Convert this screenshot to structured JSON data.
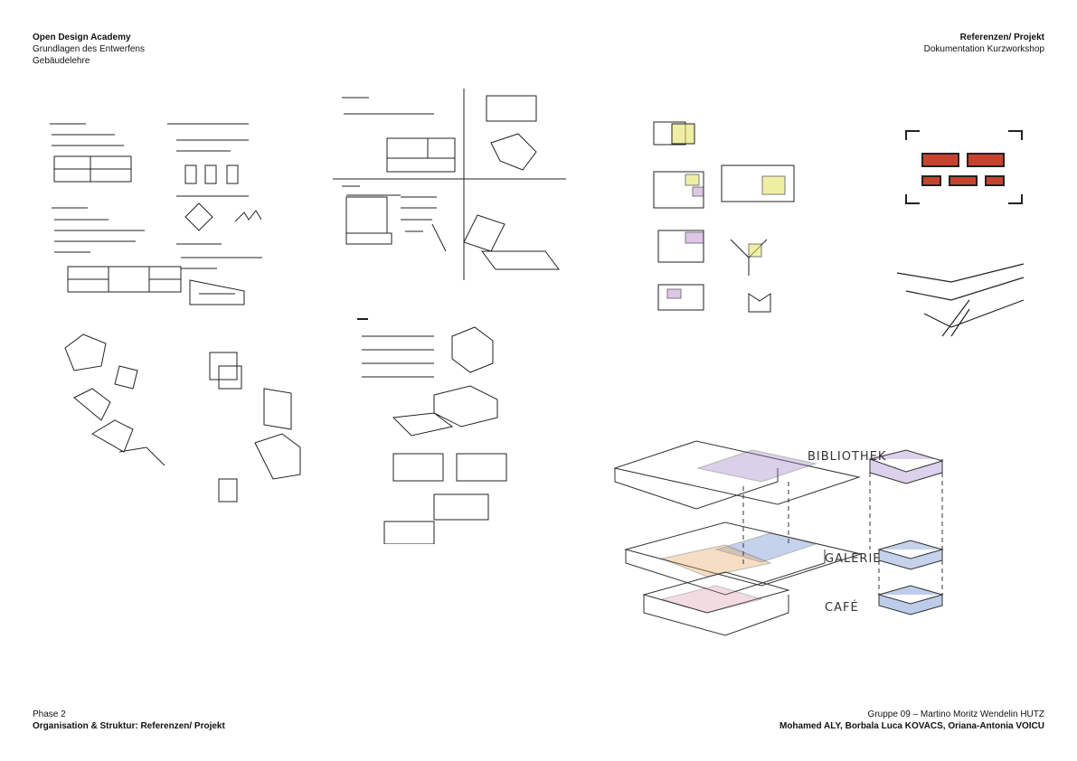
{
  "header": {
    "left": {
      "institution": "Open Design Academy",
      "course": "Grundlagen des Entwerfens",
      "subject": "Gebäudelehre"
    },
    "right": {
      "title": "Referenzen/ Projekt",
      "subtitle": "Dokumentation Kurzworkshop"
    }
  },
  "footer": {
    "left": {
      "phase": "Phase 2",
      "topic": "Organisation & Struktur: Referenzen/ Projekt"
    },
    "right": {
      "group": "Gruppe 09 – Martino Moritz Wendelin HUTZ",
      "members": "Mohamed ALY, Borbala Luca KOVACS, Oriana-Antonia VOICU"
    }
  },
  "sketches": {
    "axonometric_labels": {
      "library": "BIBLIOTHEK",
      "gallery": "GALERIE",
      "cafe": "CAFÉ"
    }
  },
  "colors": {
    "purple": "#9b7cc4",
    "blue": "#5a7fc8",
    "orange": "#e7a35a",
    "red": "#c8432f",
    "yellow": "#e6e36a"
  }
}
